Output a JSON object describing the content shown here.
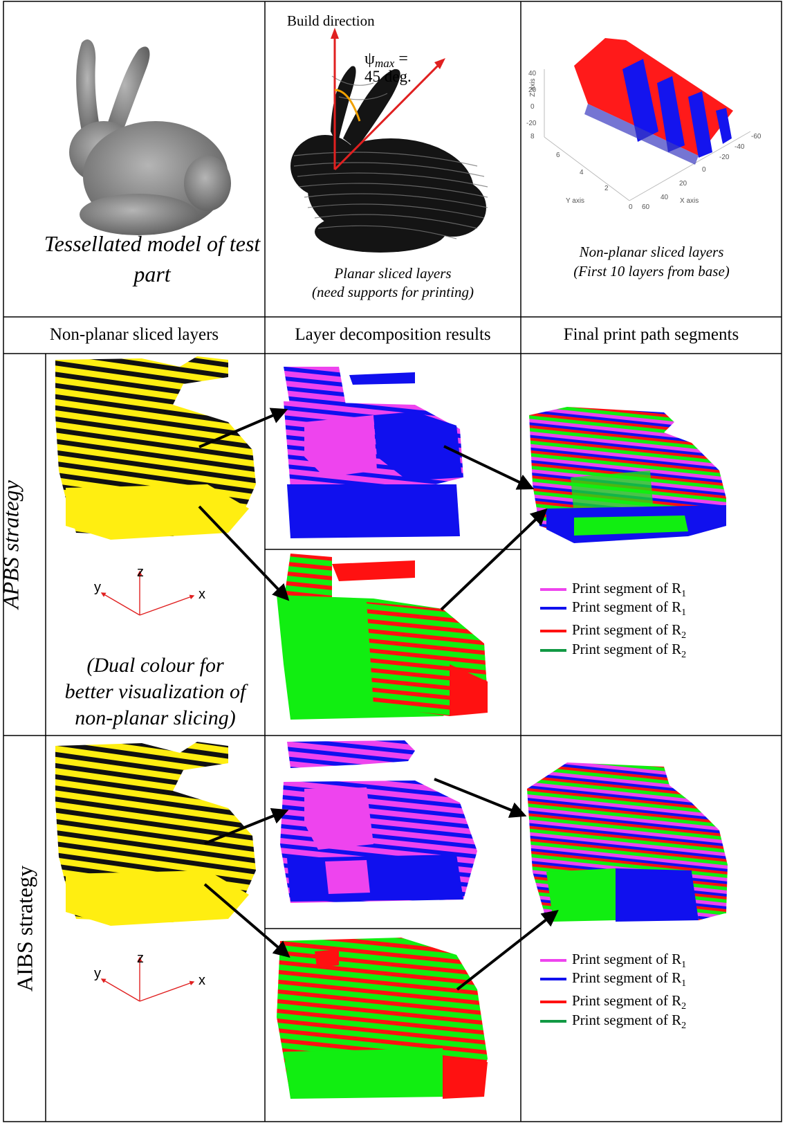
{
  "colors": {
    "magenta": "#ee44ee",
    "blue": "#1010ee",
    "red": "#ff1111",
    "green": "#11ee11",
    "legend_green": "#119944",
    "yellow": "#ffee11",
    "gray": "#8a8a8a"
  },
  "top_row": {
    "cell1_caption": "Tessellated model of test part",
    "cell2_title": "Build direction",
    "cell2_psi": "ψ",
    "cell2_psi_sub": "max",
    "cell2_psi_eq": "=",
    "cell2_psi_value": "45 deg.",
    "cell2_caption_line1": "Planar sliced layers",
    "cell2_caption_line2": "(need supports for printing)",
    "cell3_caption_line1": "Non-planar sliced layers",
    "cell3_caption_line2": "(First 10 layers from base)",
    "cell3_z_label": "Z axis",
    "cell3_y_label": "Y axis",
    "cell3_x_label": "X axis",
    "cell3_z_ticks": [
      "40",
      "20",
      "0",
      "-20"
    ],
    "cell3_y_ticks": [
      "8",
      "6",
      "4",
      "2",
      "0"
    ],
    "cell3_x_ticks": [
      "60",
      "40",
      "20",
      "0",
      "-20",
      "-40",
      "-60"
    ]
  },
  "headers": {
    "col1": "Non-planar sliced layers",
    "col2": "Layer decomposition results",
    "col3": "Final print path segments"
  },
  "apbs": {
    "label": "APBS strategy",
    "note_line1": "(Dual colour for",
    "note_line2": "better visualization of",
    "note_line3": "non-planar slicing)",
    "axis_z": "z",
    "axis_y": "y",
    "axis_x": "x"
  },
  "aibs": {
    "label": "AIBS strategy",
    "axis_z": "z",
    "axis_y": "y",
    "axis_x": "x"
  },
  "legend": [
    {
      "text": "Print segment of R",
      "sub": "1",
      "color": "#ee44ee"
    },
    {
      "text": "Print segment of R",
      "sub": "1",
      "color": "#1010ee"
    },
    {
      "text": "Print segment of R",
      "sub": "2",
      "color": "#ff1111"
    },
    {
      "text": "Print segment of R",
      "sub": "2",
      "color": "#119944"
    }
  ]
}
